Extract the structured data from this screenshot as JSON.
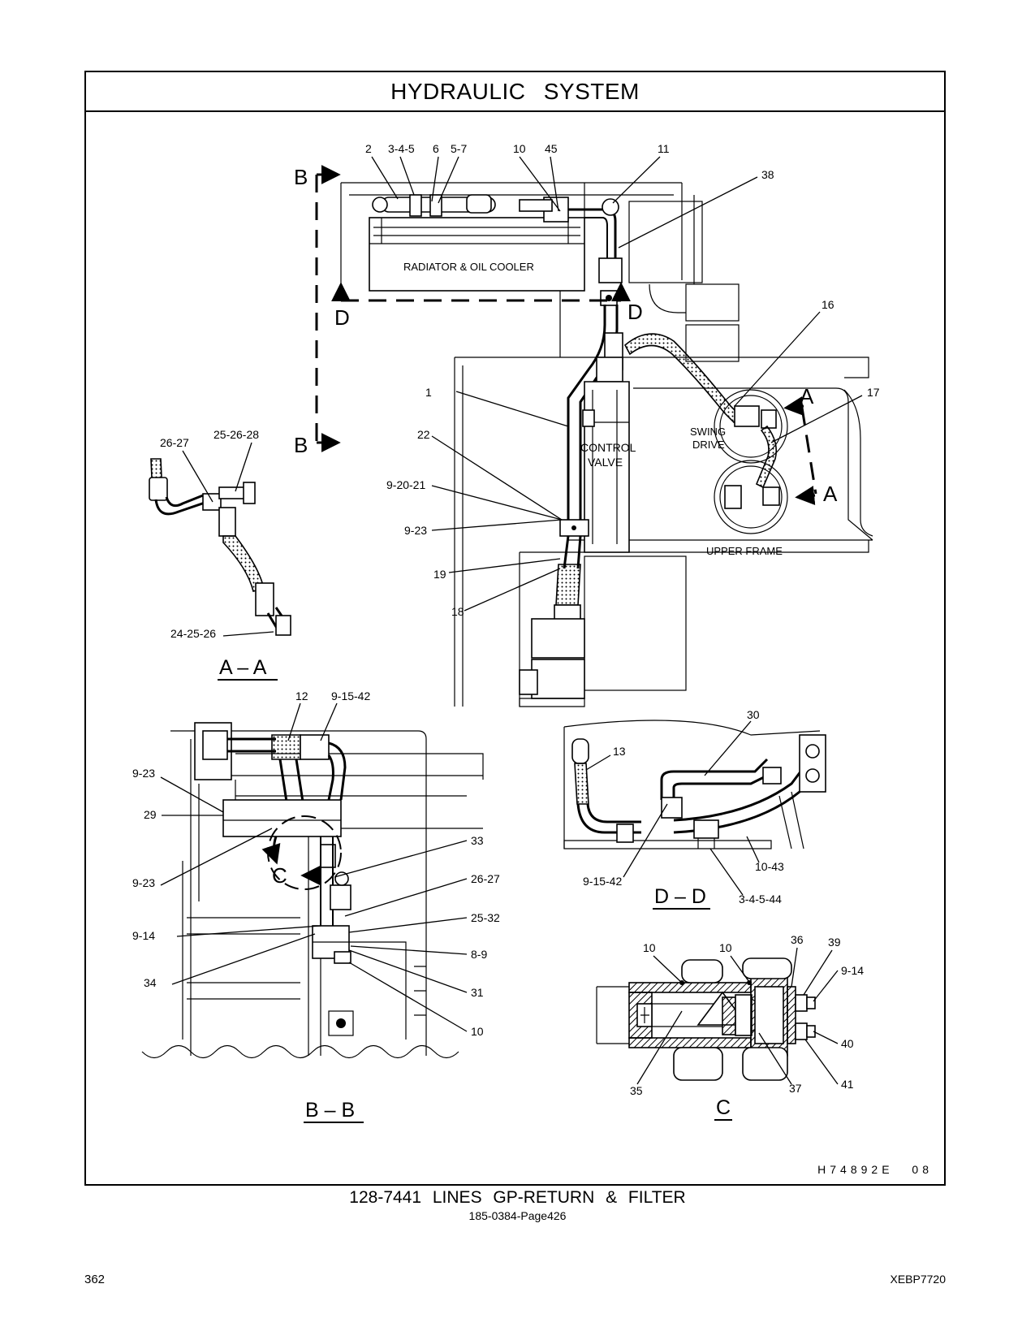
{
  "header": {
    "title": "HYDRAULIC   SYSTEM"
  },
  "diagram": {
    "component_labels": {
      "radiator": "RADIATOR & OIL COOLER",
      "control_valve_1": "CONTROL",
      "control_valve_2": "VALVE",
      "swing_drive_1": "SWING",
      "swing_drive_2": "DRIVE",
      "upper_frame": "UPPER FRAME"
    },
    "section_markers": {
      "b": "B",
      "d": "D",
      "a": "A",
      "c": "C"
    },
    "view_labels": {
      "aa": "A – A",
      "bb": "B – B",
      "dd": "D – D",
      "c": "C"
    },
    "callouts": {
      "main": [
        "2",
        "3-4-5",
        "6",
        "5-7",
        "10",
        "45",
        "11",
        "38",
        "16",
        "17",
        "1",
        "22",
        "9-20-21",
        "9-23",
        "19",
        "18"
      ],
      "aa": [
        "26-27",
        "25-26-28",
        "24-25-26"
      ],
      "bb": [
        "12",
        "9-15-42",
        "9-23",
        "29",
        "9-23",
        "33",
        "26-27",
        "25-32",
        "9-14",
        "8-9",
        "34",
        "31",
        "10"
      ],
      "dd": [
        "30",
        "13",
        "9-15-42",
        "10-43",
        "3-4-5-44"
      ],
      "c": [
        "10",
        "10",
        "36",
        "39",
        "9-14",
        "40",
        "41",
        "37",
        "35"
      ]
    },
    "drawing_code": "H74892E   08"
  },
  "caption": {
    "title": "128-7441   LINES GP-RETURN & FILTER",
    "subtitle": "185-0384-Page426"
  },
  "footer": {
    "page_number": "362",
    "doc_code": "XEBP7720"
  }
}
